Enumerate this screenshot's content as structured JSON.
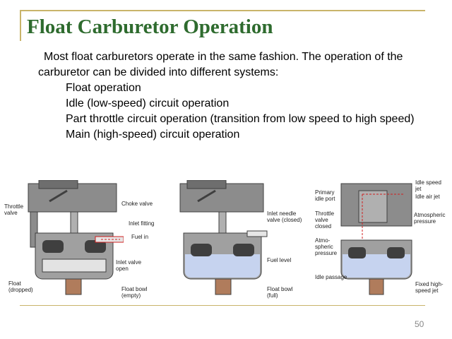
{
  "slide": {
    "title": "Float Carburetor Operation",
    "intro": "Most float carburetors operate in the same fashion. The operation of the carburetor can be divided into different systems:",
    "items": [
      "Float operation",
      "Idle (low-speed) circuit operation",
      "Part throttle circuit operation (transition from low speed to high speed)",
      "Main (high-speed) circuit operation"
    ],
    "page_number": "50"
  },
  "diagram1": {
    "labels": {
      "throttle_valve": "Throttle valve",
      "float_dropped": "Float (dropped)",
      "choke_valve": "Choke valve",
      "inlet_fitting": "Inlet fitting",
      "fuel_in": "Fuel in",
      "inlet_valve_open": "Inlet valve open",
      "float_bowl_empty": "Float bowl (empty)"
    }
  },
  "diagram2": {
    "labels": {
      "inlet_needle_valve_closed": "Inlet needle valve (closed)",
      "fuel_level": "Fuel level",
      "float_bowl_full": "Float bowl (full)"
    }
  },
  "diagram3": {
    "labels": {
      "primary_idle_port": "Primary idle port",
      "throttle_valve_closed": "Throttle valve closed",
      "atmospheric_pressure_left": "Atmo-spheric pressure",
      "idle_passage": "Idle passage",
      "idle_speed_jet": "Idle speed jet",
      "idle_air_jet": "Idle air jet",
      "atmospheric_pressure_right": "Atmospheric pressure",
      "fixed_high_speed_jet": "Fixed high-speed jet"
    }
  },
  "colors": {
    "title": "#2e6b2e",
    "frame": "#c9b46a",
    "fuel": "#c6d3ef",
    "body_metal": "#8c8c8c",
    "dark_metal": "#3f3f3f",
    "jet_brass": "#b07c5c",
    "flow_arrow": "#d02020"
  }
}
